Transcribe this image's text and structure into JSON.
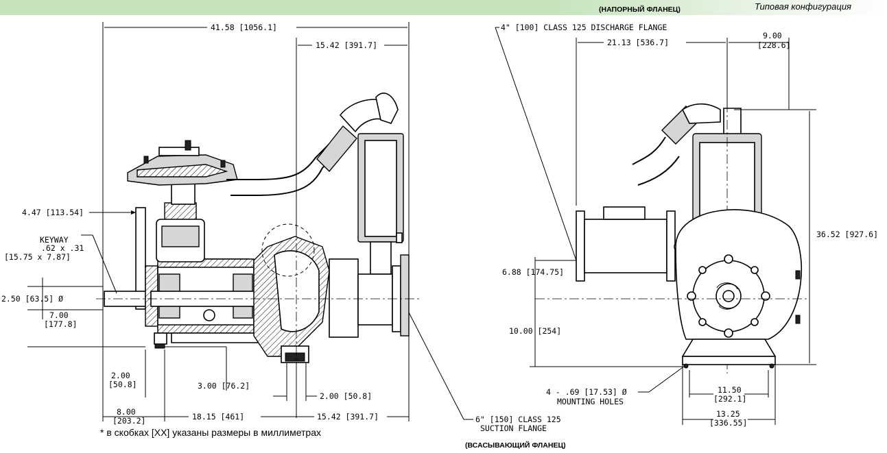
{
  "header": {
    "caption": "Типовая конфигурация",
    "discharge_ru": "(НАПОРНЫЙ ФЛАНЕЦ)",
    "accent": "#c6e3bd"
  },
  "left_view": {
    "overall_length": "41.58 [1056.1]",
    "top_right": "15.42 [391.7]",
    "shaft_height": "4.47 [113.54]",
    "keyway_title": "KEYWAY",
    "keyway_size": ".62 x .31",
    "keyway_mm": "[15.75 x 7.87]",
    "shaft_dia": "2.50 [63.5] Ø",
    "seven_in": "7.00",
    "seven_mm": "[177.8]",
    "two_in": "2.00",
    "two_mm": "[50.8]",
    "three": "3.00 [76.2]",
    "two_right": "2.00 [50.8]",
    "eight_in": "8.00",
    "eight_mm": "[203.2]",
    "bottom_mid": "18.15 [461]",
    "bottom_right": "15.42 [391.7]"
  },
  "suction": {
    "line1": "6\" [150] CLASS 125",
    "line2": "SUCTION FLANGE",
    "ru": "(ВСАСЫВАЮЩИЙ ФЛАНЕЦ)"
  },
  "right_view": {
    "discharge": "4\" [100] CLASS 125 DISCHARGE FLANGE",
    "width_top": "21.13 [536.7]",
    "nine_in": "9.00",
    "nine_mm": "[228.6]",
    "height_total": "36.52 [927.6]",
    "disch_height": "6.88 [174.75]",
    "center_height": "10.00 [254]",
    "holes_line1": "4 - .69 [17.53] Ø",
    "holes_line2": "MOUNTING HOLES",
    "base_in1": "11.50",
    "base_mm1": "[292.1]",
    "base_in2": "13.25",
    "base_mm2": "[336.55]"
  },
  "footnote": "* в скобках [XX] указаны размеры в миллиметрах"
}
